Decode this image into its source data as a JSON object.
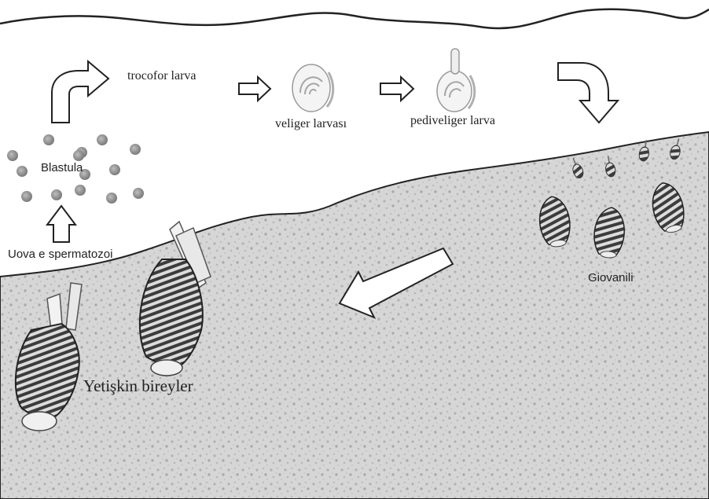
{
  "labels": {
    "trochophore": "trocofor larva",
    "veliger": "veliger larvası",
    "pediveliger": "pediveliger larva",
    "blastula": "Blastula",
    "gametes": "Uova e spermatozoi",
    "juveniles": "Giovanili",
    "adults": "Yetişkin bireyler"
  },
  "colors": {
    "line": "#222222",
    "sediment": "#d4d4d4",
    "speckle": "#a9a9a9",
    "cell": "#8a8a8a",
    "shell_dark": "#3a3a3a",
    "shell_light": "#e6e6e6"
  },
  "icons": [
    "curved-up-arrow-icon",
    "right-arrow-icon",
    "curved-down-arrow-icon",
    "diagonal-left-arrow-icon",
    "up-arrow-icon",
    "larva-icon",
    "scallop-shell-icon",
    "cell-dot-icon"
  ]
}
